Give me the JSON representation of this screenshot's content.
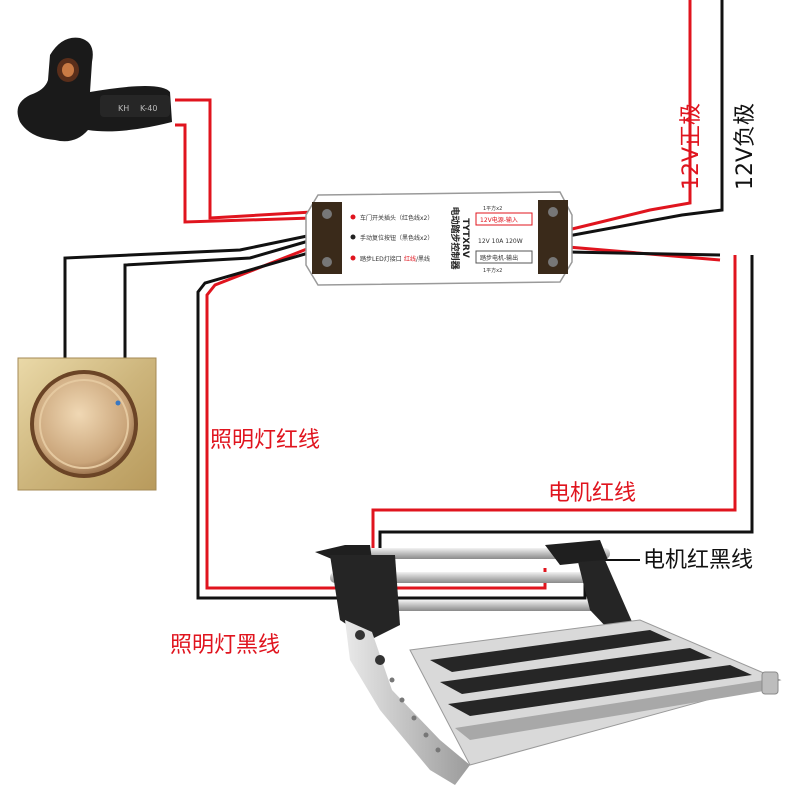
{
  "labels": {
    "positive": "12V正极",
    "negative": "12V负极",
    "light_red": "照明灯红线",
    "motor_red": "电机红线",
    "motor_black": "电机红黑线",
    "light_black": "照明灯黑线"
  },
  "controller": {
    "title": "电动踏步控制器",
    "model": "TYTXRV",
    "row1": "车门开关插头（红色线x2）",
    "row2": "手动复位按钮（黑色线x2）",
    "row3": "踏步LED灯接口",
    "row3_red": "红线",
    "row3_black": "/黑线",
    "spec_top": "1平方x2",
    "in_label": "12V电源-输入",
    "rating": "12V  10A  120W",
    "out_label": "踏步电机-输出",
    "spec_bottom": "1平方x2"
  },
  "door_switch": {
    "mark1": "KH",
    "mark2": "K-40"
  },
  "colors": {
    "red_wire": "#e0141e",
    "black_wire": "#111111",
    "label_red": "#e0141e",
    "label_black": "#111111"
  }
}
